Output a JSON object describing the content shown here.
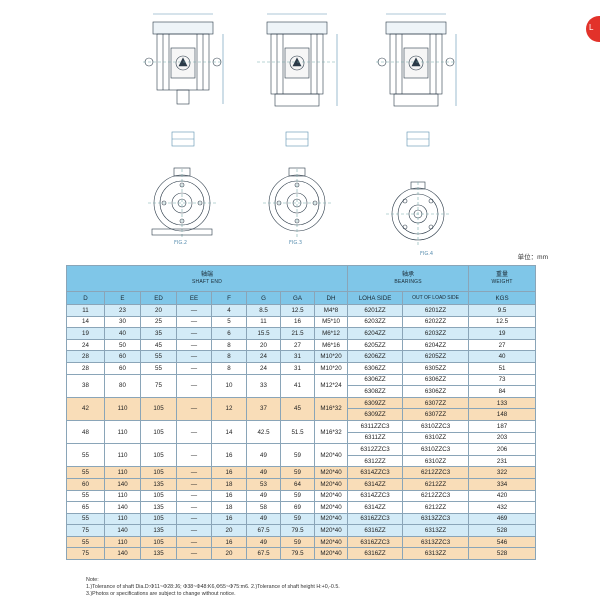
{
  "unit_label": "单位：mm",
  "fig_labels": [
    "FIG.2",
    "FIG.3",
    "FIG.4"
  ],
  "badge": "L",
  "table": {
    "group_headers": {
      "shaft_zh": "轴端",
      "shaft_en": "SHAFT END",
      "bearings_zh": "轴承",
      "bearings_en": "BEARINGS",
      "weight_zh": "重量",
      "weight_en": "WEIGHT"
    },
    "columns": [
      "D",
      "E",
      "ED",
      "EE",
      "F",
      "G",
      "GA",
      "DH",
      "LOHA SIDE",
      "OUT OF LOAD SIDE",
      "KGS"
    ],
    "groups": [
      {
        "style": "lb",
        "rows": [
          {
            "D": "11",
            "E": "23",
            "ED": "20",
            "EE": "—",
            "F": "4",
            "G": "8.5",
            "GA": "12.5",
            "DH": "M4*8",
            "LS": "6201ZZ",
            "OS": "6201ZZ",
            "KGS": "9.5"
          }
        ]
      },
      {
        "style": "wh",
        "rows": [
          {
            "D": "14",
            "E": "30",
            "ED": "25",
            "EE": "—",
            "F": "5",
            "G": "11",
            "GA": "16",
            "DH": "M5*10",
            "LS": "6203ZZ",
            "OS": "6202ZZ",
            "KGS": "12.5"
          }
        ]
      },
      {
        "style": "lb",
        "rows": [
          {
            "D": "19",
            "E": "40",
            "ED": "35",
            "EE": "—",
            "F": "6",
            "G": "15.5",
            "GA": "21.5",
            "DH": "M6*12",
            "LS": "6204ZZ",
            "OS": "6203ZZ",
            "KGS": "19"
          }
        ]
      },
      {
        "style": "wh",
        "rows": [
          {
            "D": "24",
            "E": "50",
            "ED": "45",
            "EE": "—",
            "F": "8",
            "G": "20",
            "GA": "27",
            "DH": "M6*16",
            "LS": "6205ZZ",
            "OS": "6204ZZ",
            "KGS": "27"
          }
        ]
      },
      {
        "style": "lb",
        "rows": [
          {
            "D": "28",
            "E": "60",
            "ED": "55",
            "EE": "—",
            "F": "8",
            "G": "24",
            "GA": "31",
            "DH": "M10*20",
            "LS": "6206ZZ",
            "OS": "6205ZZ",
            "KGS": "40"
          }
        ]
      },
      {
        "style": "wh",
        "rows": [
          {
            "D": "28",
            "E": "60",
            "ED": "55",
            "EE": "—",
            "F": "8",
            "G": "24",
            "GA": "31",
            "DH": "M10*20",
            "LS": "6306ZZ",
            "OS": "6305ZZ",
            "KGS": "51"
          }
        ]
      },
      {
        "style": "wh",
        "rows": [
          {
            "D": "38",
            "E": "80",
            "ED": "75",
            "EE": "—",
            "F": "10",
            "G": "33",
            "GA": "41",
            "DH": "M12*24",
            "LS": "6306ZZ",
            "OS": "6306ZZ",
            "KGS": "73"
          },
          {
            "LS": "6308ZZ",
            "OS": "6306ZZ",
            "KGS": "84"
          }
        ]
      },
      {
        "style": "tan",
        "rows": [
          {
            "D": "42",
            "E": "110",
            "ED": "105",
            "EE": "—",
            "F": "12",
            "G": "37",
            "GA": "45",
            "DH": "M16*32",
            "LS": "6309ZZ",
            "OS": "6307ZZ",
            "KGS": "133"
          },
          {
            "LS": "6309ZZ",
            "OS": "6307ZZ",
            "KGS": "148"
          }
        ]
      },
      {
        "style": "wh",
        "rows": [
          {
            "D": "48",
            "E": "110",
            "ED": "105",
            "EE": "—",
            "F": "14",
            "G": "42.5",
            "GA": "51.5",
            "DH": "M16*32",
            "LS": "6311ZZC3",
            "OS": "6310ZZC3",
            "KGS": "187"
          },
          {
            "LS": "6311ZZ",
            "OS": "6310ZZ",
            "KGS": "203"
          }
        ]
      },
      {
        "style": "wh",
        "rows": [
          {
            "D": "55",
            "E": "110",
            "ED": "105",
            "EE": "—",
            "F": "16",
            "G": "49",
            "GA": "59",
            "DH": "M20*40",
            "LS": "6312ZZC3",
            "OS": "6310ZZC3",
            "KGS": "206"
          },
          {
            "LS": "6312ZZ",
            "OS": "6310ZZ",
            "KGS": "231"
          }
        ]
      },
      {
        "style": "tan",
        "rows": [
          {
            "D": "55",
            "E": "110",
            "ED": "105",
            "EE": "—",
            "F": "16",
            "G": "49",
            "GA": "59",
            "DH": "M20*40",
            "LS": "6314ZZC3",
            "OS": "6212ZZC3",
            "KGS": "322"
          }
        ]
      },
      {
        "style": "tan",
        "rows": [
          {
            "D": "60",
            "E": "140",
            "ED": "135",
            "EE": "—",
            "F": "18",
            "G": "53",
            "GA": "64",
            "DH": "M20*40",
            "LS": "6314ZZ",
            "OS": "6212ZZ",
            "KGS": "334"
          }
        ]
      },
      {
        "style": "wh",
        "rows": [
          {
            "D": "55",
            "E": "110",
            "ED": "105",
            "EE": "—",
            "F": "16",
            "G": "49",
            "GA": "59",
            "DH": "M20*40",
            "LS": "6314ZZC3",
            "OS": "6212ZZC3",
            "KGS": "420"
          }
        ]
      },
      {
        "style": "wh",
        "rows": [
          {
            "D": "65",
            "E": "140",
            "ED": "135",
            "EE": "—",
            "F": "18",
            "G": "58",
            "GA": "69",
            "DH": "M20*40",
            "LS": "6314ZZ",
            "OS": "6212ZZ",
            "KGS": "432"
          }
        ]
      },
      {
        "style": "lb",
        "rows": [
          {
            "D": "55",
            "E": "110",
            "ED": "105",
            "EE": "—",
            "F": "16",
            "G": "49",
            "GA": "59",
            "DH": "M20*40",
            "LS": "6316ZZC3",
            "OS": "6313ZZC3",
            "KGS": "469"
          }
        ]
      },
      {
        "style": "lb",
        "rows": [
          {
            "D": "75",
            "E": "140",
            "ED": "135",
            "EE": "—",
            "F": "20",
            "G": "67.5",
            "GA": "79.5",
            "DH": "M20*40",
            "LS": "6316ZZ",
            "OS": "6313ZZ",
            "KGS": "528"
          }
        ]
      },
      {
        "style": "tan",
        "rows": [
          {
            "D": "55",
            "E": "110",
            "ED": "105",
            "EE": "—",
            "F": "16",
            "G": "49",
            "GA": "59",
            "DH": "M20*40",
            "LS": "6316ZZC3",
            "OS": "6313ZZC3",
            "KGS": "546"
          }
        ]
      },
      {
        "style": "tan",
        "rows": [
          {
            "D": "75",
            "E": "140",
            "ED": "135",
            "EE": "—",
            "F": "20",
            "G": "67.5",
            "GA": "79.5",
            "DH": "M20*40",
            "LS": "6316ZZ",
            "OS": "6313ZZ",
            "KGS": "528"
          }
        ]
      }
    ]
  },
  "notes": {
    "title": "Note:",
    "line1": "1.)Tolerance of shaft Dia.D:Φ11~Φ28:J6; Φ38~Φ48:K6,Φ55~Φ75:m6. 2.)Tolerance of shaft height H:+0,-0.5.",
    "line2": "3.)Photos or specifications are subject to change without notice."
  }
}
